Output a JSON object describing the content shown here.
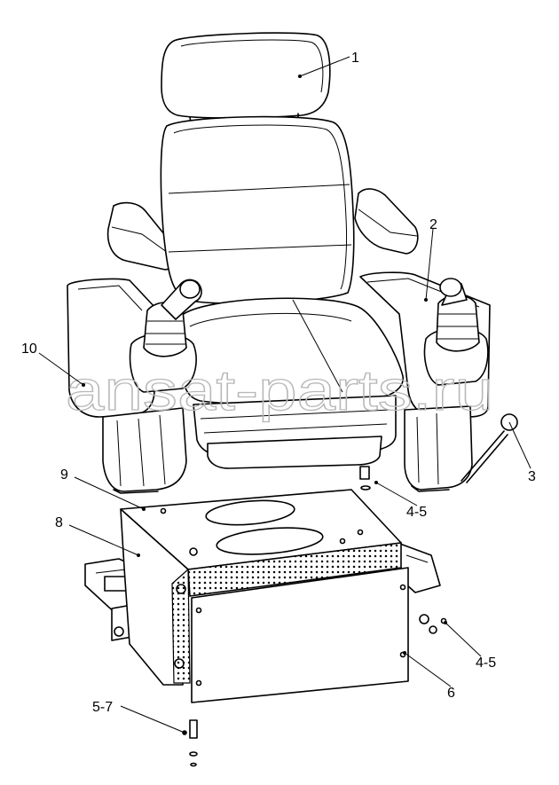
{
  "watermark": "ansat-parts.ru",
  "callouts": {
    "c1": "1",
    "c2": "2",
    "c3": "3",
    "c4a": "4-5",
    "c4b": "4-5",
    "c5": "5-7",
    "c6": "6",
    "c8": "8",
    "c9": "9",
    "c10": "10"
  }
}
